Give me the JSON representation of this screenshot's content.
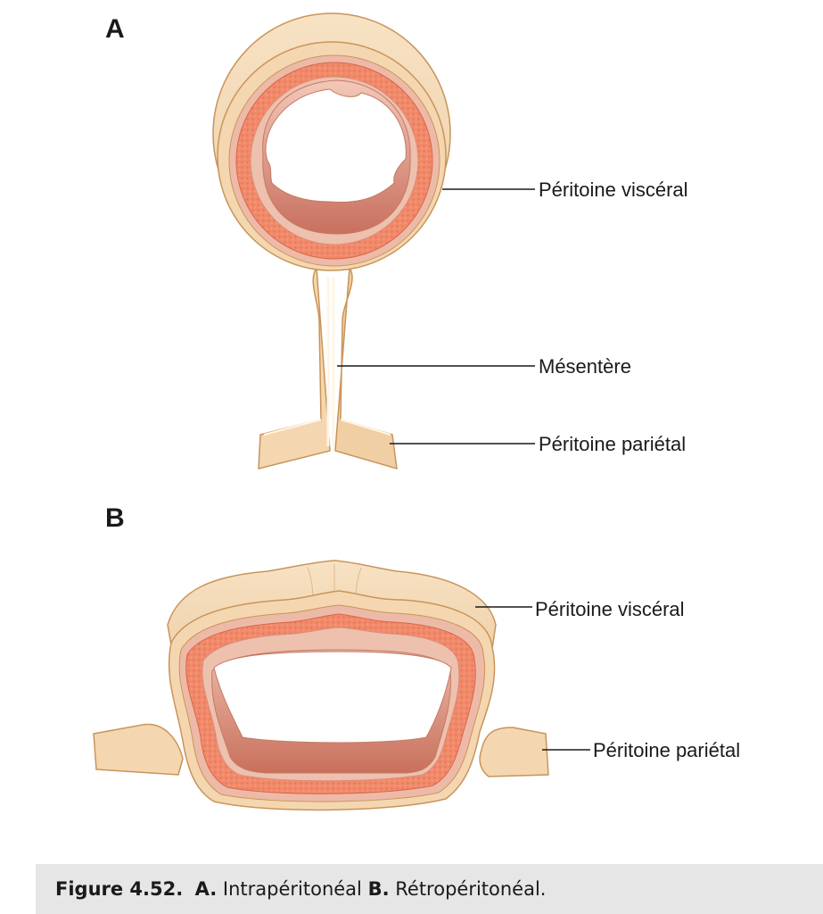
{
  "panels": {
    "a": {
      "letter": "A",
      "labels": {
        "visceral": "Péritoine viscéral",
        "mesentery": "Mésentère",
        "parietal": "Péritoine pariétal"
      }
    },
    "b": {
      "letter": "B",
      "labels": {
        "visceral": "Péritoine viscéral",
        "parietal": "Péritoine pariétal"
      }
    }
  },
  "caption": {
    "figure_label": "Figure 4.52.",
    "a_letter": "A.",
    "a_text": "Intrapéritonéal",
    "b_letter": "B.",
    "b_text": "Rétropéritonéal."
  },
  "colors": {
    "peritoneum": "#f4d7b0",
    "peritoneum_outline": "#c9945a",
    "muscle": "#f08a6a",
    "muscle_dot": "#e5664a",
    "submucosa": "#e9b6a4",
    "mucosa": "#d98e7c",
    "leader": "#1a1a1a"
  }
}
